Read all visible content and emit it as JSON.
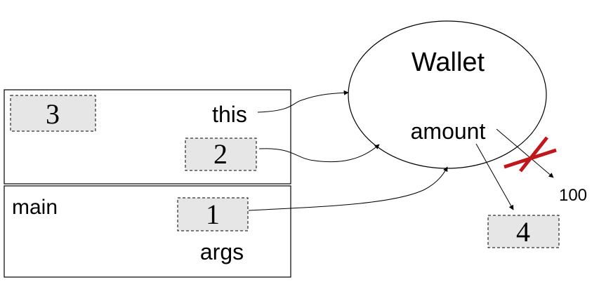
{
  "wallet": {
    "title": "Wallet",
    "field_label": "amount",
    "old_value": "100",
    "new_value": "4"
  },
  "frame_top": {
    "value_box_3": "3",
    "this_label": "this",
    "value_box_2": "2"
  },
  "frame_main": {
    "name_label": "main",
    "value_box_1": "1",
    "args_label": "args"
  },
  "colors": {
    "box_fill": "#e6e6e6",
    "cross": "#c0171c",
    "stroke": "#000000"
  }
}
